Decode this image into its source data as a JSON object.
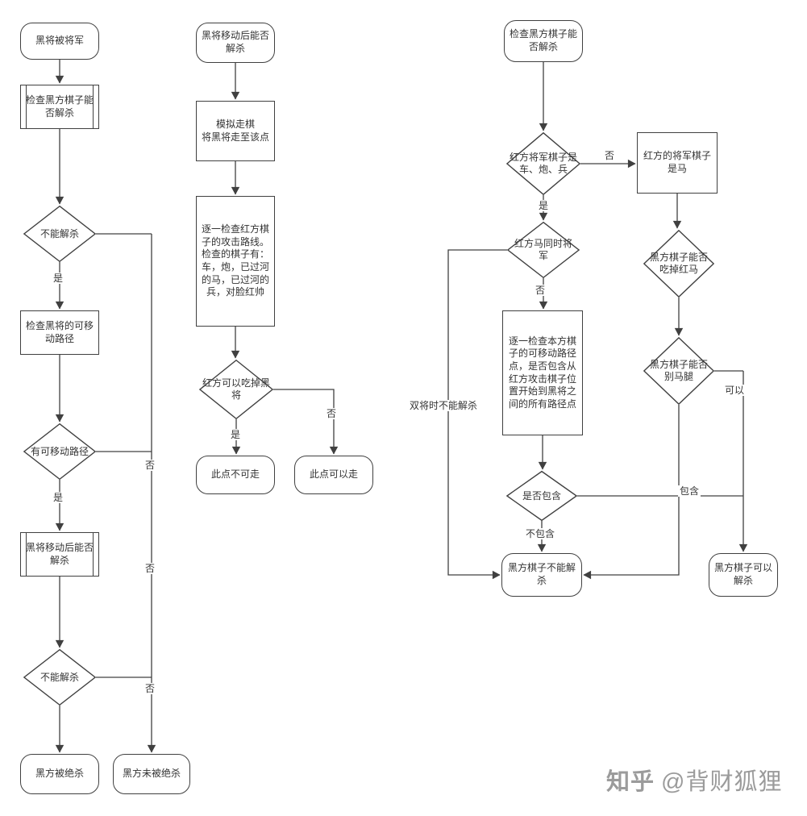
{
  "flow1": {
    "start": "黑将被将军",
    "check_black_pieces": "检查黑方棋子能否解杀",
    "cannot_resolve_1": "不能解杀",
    "check_general_moves": "检查黑将的可移动路径",
    "has_movable_path": "有可移动路径",
    "after_move_resolve": "黑将移动后能否解杀",
    "cannot_resolve_2": "不能解杀",
    "checkmated": "黑方被绝杀",
    "not_checkmated": "黑方未被绝杀"
  },
  "flow2": {
    "start": "黑将移动后能否解杀",
    "simulate_move": "模拟走棋\n将黑将走至该点",
    "check_red_attacks": "逐一检查红方棋子的攻击路线。检查的棋子有：车，炮，已过河的马，已过河的兵，对脸红帅",
    "red_can_capture": "红方可以吃掉黑将",
    "point_blocked": "此点不可走",
    "point_ok": "此点可以走"
  },
  "flow3": {
    "start": "检查黑方棋子能否解杀",
    "checker_is_rook_cannon_pawn": "红方将军棋子是车、炮、兵",
    "checker_is_horse": "红方的将军棋子是马",
    "horse_also_check": "红方马同时将军",
    "check_own_moves": "逐一检查本方棋子的可移动路径点，是否包含从红方攻击棋子位置开始到黑将之间的所有路径点",
    "contains_q": "是否包含",
    "cannot_resolve": "黑方棋子不能解杀",
    "can_capture_horse": "黑方棋子能否吃掉红马",
    "can_block_horse_leg": "黑方棋子能否别马腿",
    "can_resolve": "黑方棋子可以解杀"
  },
  "edge_labels": {
    "yes": "是",
    "no": "否",
    "contains": "包含",
    "not_contains": "不包含",
    "can": "可以",
    "double_check_cannot": "双将时不能解杀"
  },
  "watermark": {
    "brand": "知乎",
    "handle": "@背财狐狸"
  },
  "colors": {
    "line": "#404040",
    "text": "#333333",
    "watermark": "#9b9b9b"
  }
}
